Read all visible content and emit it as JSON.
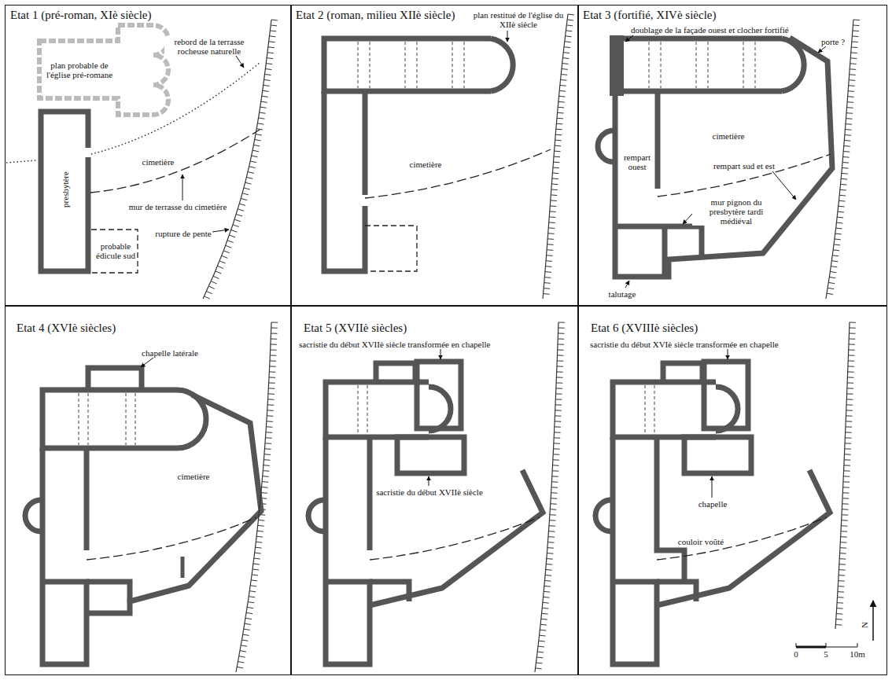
{
  "diagram": {
    "nodes": [
      {
        "text": [
          "Etat 1 (pré-roman, XIè siècle)",
          "plan probable de l'église pré-romane",
          "rebord de la terrasse rocheuse naturelle",
          "presbytère",
          "cimetière",
          "mur de terrasse du cimetière",
          "probable édicule sud",
          "rupture de pente"
        ]
      },
      {
        "text": [
          "Etat 2 (roman, milieu XIIè siècle)",
          "plan restitué de l'église du XIIè siècle",
          "cimetière"
        ]
      },
      {
        "text": [
          "Etat 3 (fortifié, XIVè siècle)",
          "doublage de la façade ouest et clocher fortifié",
          "porte ?",
          "cimetière",
          "rempart ouest",
          "rempart sud et est",
          "mur pignon du presbytère tardi médiéval",
          "talutage"
        ]
      },
      {
        "text": [
          "Etat 4 (XVIè siècles)",
          "chapelle latérale",
          "cimetière"
        ]
      },
      {
        "text": [
          "Etat 5 (XVIIè siècles)",
          "sacristie du début XVIIè siècle transformée en chapelle",
          "sacristie du début XVIIè siècle"
        ]
      },
      {
        "text": [
          "Etat 6 (XVIIIè siècles)",
          "sacristie du début XVIè siècle transformée en chapelle",
          "chapelle",
          "couloir voûté"
        ]
      }
    ],
    "labels": [
      "0",
      "5",
      "10m",
      "N"
    ]
  }
}
